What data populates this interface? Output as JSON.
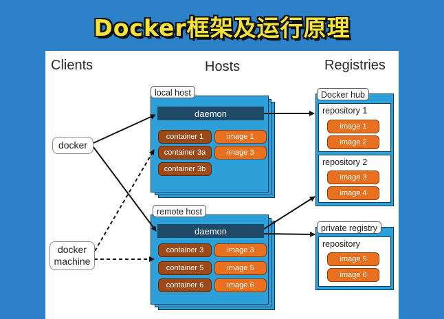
{
  "title": "Docker框架及运行原理",
  "columns": {
    "clients": "Clients",
    "hosts": "Hosts",
    "registries": "Registries"
  },
  "clients": {
    "docker": "docker",
    "machine_line1": "docker",
    "machine_line2": "machine"
  },
  "local_host": {
    "label": "local host",
    "daemon": "daemon",
    "containers": [
      "container 1",
      "container 3a",
      "container 3b"
    ],
    "images": [
      "image 1",
      "image 3"
    ]
  },
  "remote_host": {
    "label": "remote host",
    "daemon": "daemon",
    "containers": [
      "container 3",
      "container 5",
      "container 6"
    ],
    "images": [
      "image 3",
      "image 5",
      "image 6"
    ]
  },
  "docker_hub": {
    "label": "Docker hub",
    "repositories": [
      {
        "label": "repository 1",
        "images": [
          "image 1",
          "image 2"
        ]
      },
      {
        "label": "repository 2",
        "images": [
          "image 3",
          "image 4"
        ]
      }
    ]
  },
  "private_registry": {
    "label": "private registry",
    "repositories": [
      {
        "label": "repository",
        "images": [
          "image 5",
          "image 6"
        ]
      }
    ]
  },
  "colors": {
    "background": "#2b80c8",
    "title": "#f5e23a",
    "host_fill": "#2d9fd9",
    "daemon": "#1e4a67",
    "container": "#9c4a1a",
    "image": "#e8701e"
  }
}
